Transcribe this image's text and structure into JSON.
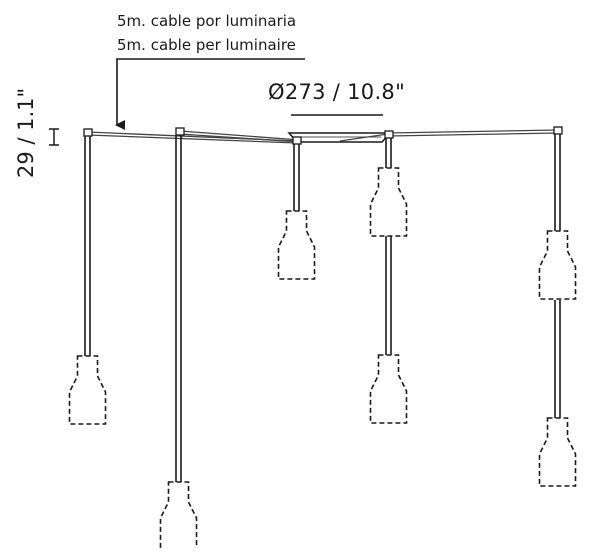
{
  "annotations": {
    "cable_es": "5m. cable por luminaria",
    "cable_en": "5m. cable per luminaire",
    "diameter": "Ø273 / 10.8\"",
    "height": "29 / 1.1\""
  },
  "colors": {
    "line": "#1a1a1a",
    "cable": "#444444"
  }
}
